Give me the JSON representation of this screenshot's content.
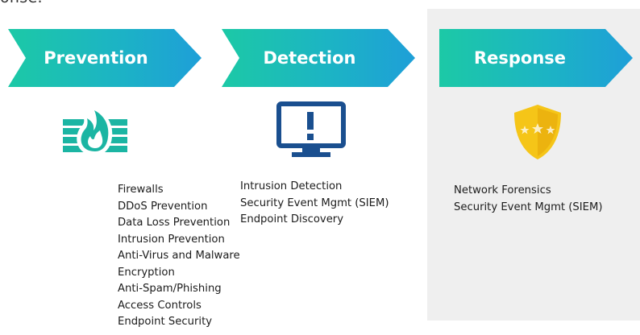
{
  "header": {
    "partial_text": "onse."
  },
  "stages": [
    {
      "label": "Prevention",
      "icon": "firewall-flame-icon",
      "items": [
        "Firewalls",
        "DDoS Prevention",
        "Data Loss Prevention",
        "Intrusion Prevention",
        "Anti-Virus and Malware",
        "Encryption",
        "Anti-Spam/Phishing",
        "Access Controls",
        "Endpoint Security"
      ]
    },
    {
      "label": "Detection",
      "icon": "monitor-alert-icon",
      "items": [
        "Intrusion Detection",
        "Security Event Mgmt (SIEM)",
        "Endpoint Discovery"
      ]
    },
    {
      "label": "Response",
      "icon": "shield-stars-icon",
      "items": [
        "Network Forensics",
        "Security Event Mgmt (SIEM)"
      ]
    }
  ],
  "colors": {
    "arrow_dark": "#1e9fd8",
    "arrow_light": "#1cc9a6",
    "firewall_icon": "#1bb5a3",
    "monitor_icon": "#1a4f8f",
    "shield_icon": "#f5c518",
    "response_panel_bg": "#efefef"
  }
}
